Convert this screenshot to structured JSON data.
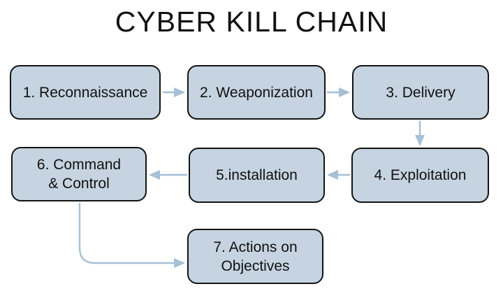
{
  "title": "CYBER KILL CHAIN",
  "colors": {
    "background": "#ffffff",
    "box_fill": "#c5d4e0",
    "box_border": "#141414",
    "arrow": "#a6c0d5",
    "text": "#111111"
  },
  "diagram_type": "flowchart",
  "nodes": [
    {
      "id": "1",
      "lines": [
        "1. Reconnaissance"
      ]
    },
    {
      "id": "2",
      "lines": [
        "2. Weaponization"
      ]
    },
    {
      "id": "3",
      "lines": [
        "3. Delivery"
      ]
    },
    {
      "id": "4",
      "lines": [
        "4. Exploitation"
      ]
    },
    {
      "id": "5",
      "lines": [
        "5.installation"
      ]
    },
    {
      "id": "6",
      "lines": [
        "6. Command",
        "& Control"
      ]
    },
    {
      "id": "7",
      "lines": [
        "7. Actions on",
        "Objectives"
      ]
    }
  ],
  "edges": [
    {
      "from": "1",
      "to": "2",
      "direction": "right"
    },
    {
      "from": "2",
      "to": "3",
      "direction": "right"
    },
    {
      "from": "3",
      "to": "4",
      "direction": "down"
    },
    {
      "from": "4",
      "to": "5",
      "direction": "left"
    },
    {
      "from": "5",
      "to": "6",
      "direction": "left"
    },
    {
      "from": "6",
      "to": "7",
      "direction": "down-then-right"
    }
  ]
}
